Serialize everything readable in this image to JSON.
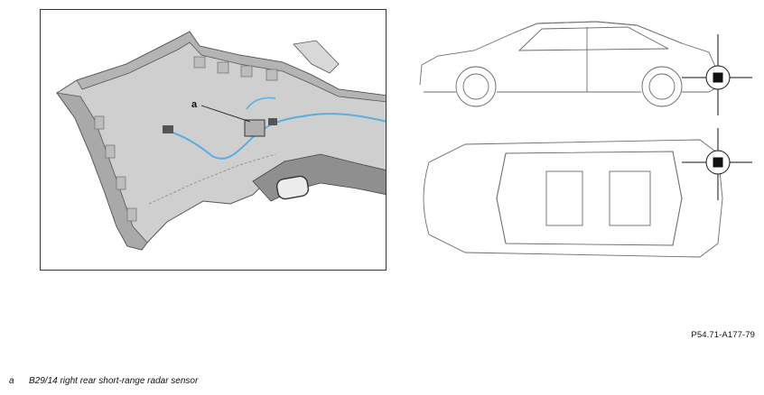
{
  "callout": {
    "letter": "a"
  },
  "reference_code": "P54.71-A177-79",
  "legend": {
    "items": [
      {
        "key": "a",
        "text": "B29/14 right rear short-range radar sensor"
      }
    ]
  },
  "colors": {
    "wiring": "#58aee0",
    "bumper_fill": "#c9c9c9",
    "bumper_shadow": "#9a9a9a",
    "line_art": "#6c6c6c",
    "sensor_marker": "#111111"
  },
  "icons": [
    "radar-sensor-icon",
    "crosshair-marker-icon"
  ]
}
